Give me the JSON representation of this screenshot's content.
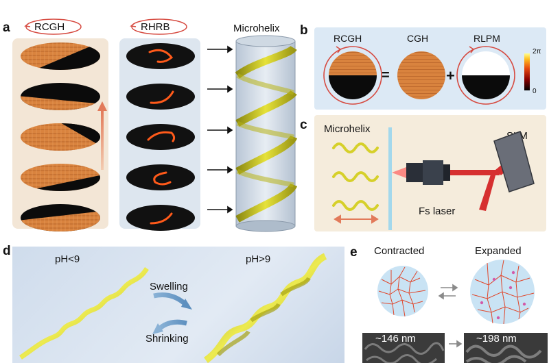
{
  "panel_letters": {
    "a": "a",
    "b": "b",
    "c": "c",
    "d": "d",
    "e": "e"
  },
  "panel_a": {
    "rcgh_label": "RCGH",
    "rhrb_label": "RHRB",
    "microhelix_label": "Microhelix"
  },
  "panel_b": {
    "rcgh_label": "RCGH",
    "cgh_label": "CGH",
    "rlpm_label": "RLPM",
    "equals": "=",
    "plus": "+",
    "colorbar_top": "2π",
    "colorbar_bottom": "0"
  },
  "panel_c": {
    "microhelix_label": "Microhelix",
    "slm_label": "SLM",
    "laser_label": "Fs laser"
  },
  "panel_d": {
    "left_ph": "pH<9",
    "right_ph": "pH>9",
    "swelling": "Swelling",
    "shrinking": "Shrinking"
  },
  "panel_e": {
    "contracted": "Contracted",
    "expanded": "Expanded",
    "left_pore": "~146 nm",
    "right_pore": "~198 nm"
  },
  "colors": {
    "panel_a_left_bg": "#f3e6d6",
    "panel_a_mid_bg": "#dde6ef",
    "panel_b_bg": "#dce9f5",
    "panel_c_bg": "#f5ecdc",
    "hologram_orange": "#d9833e",
    "helix_yellow": "#d6d02a",
    "ring_red": "#d64a40"
  }
}
